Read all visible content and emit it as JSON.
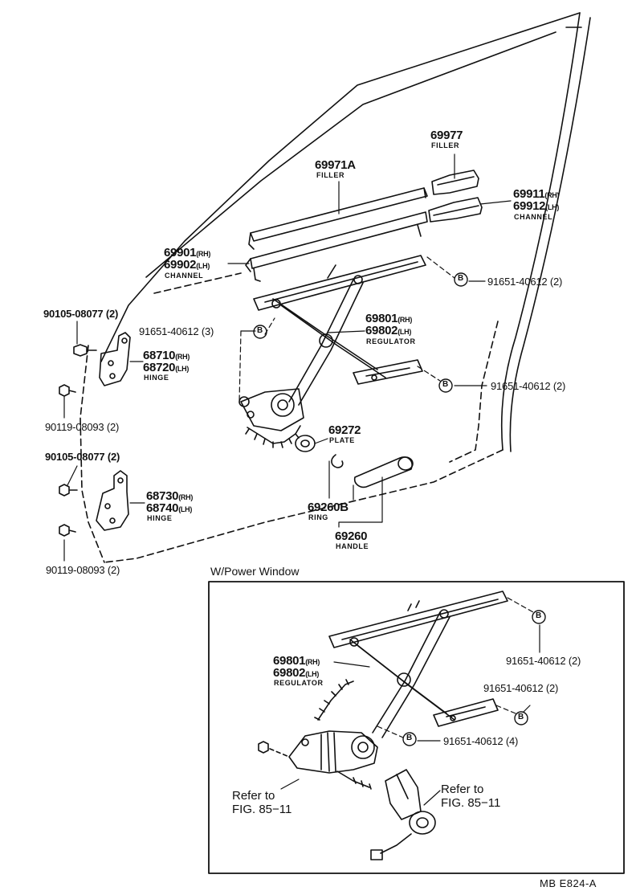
{
  "parts": {
    "filler_977": {
      "num": "69977",
      "name": "FILLER"
    },
    "filler_971a": {
      "num": "69971A",
      "name": "FILLER"
    },
    "channel_rh_front": {
      "num": "69911",
      "sub": "(RH)"
    },
    "channel_lh_front": {
      "num": "69912",
      "sub": "(LH)",
      "name": "CHANNEL"
    },
    "channel_rh_rear": {
      "num": "69901",
      "sub": "(RH)"
    },
    "channel_lh_rear": {
      "num": "69902",
      "sub": "(LH)",
      "name": "CHANNEL"
    },
    "bolt_top_right": "91651-40612 (2)",
    "bolt_90105_a": "90105-08077 (2)",
    "bolt_91651_3": "91651-40612 (3)",
    "regulator_rh": {
      "num": "69801",
      "sub": "(RH)"
    },
    "regulator_lh": {
      "num": "69802",
      "sub": "(LH)",
      "name": "REGULATOR"
    },
    "hinge_upper_rh": {
      "num": "68710",
      "sub": "(RH)"
    },
    "hinge_upper_lh": {
      "num": "68720",
      "sub": "(LH)",
      "name": "HINGE"
    },
    "bolt_mid_right": "91651-40612 (2)",
    "bolt_90119_a": "90119-08093 (2)",
    "plate": {
      "num": "69272",
      "name": "PLATE"
    },
    "bolt_90105_b": "90105-08077 (2)",
    "hinge_lower_rh": {
      "num": "68730",
      "sub": "(RH)"
    },
    "hinge_lower_lh": {
      "num": "68740",
      "sub": "(LH)",
      "name": "HINGE"
    },
    "ring": {
      "num": "69260B",
      "name": "RING"
    },
    "handle": {
      "num": "69260",
      "name": "HANDLE"
    },
    "bolt_90119_b": "90119-08093 (2)"
  },
  "power_window": {
    "title": "W/Power Window",
    "bolt_top": "91651-40612 (2)",
    "regulator_rh": {
      "num": "69801",
      "sub": "(RH)"
    },
    "regulator_lh": {
      "num": "69802",
      "sub": "(LH)",
      "name": "REGULATOR"
    },
    "bolt_mid": "91651-40612 (2)",
    "bolt_low": "91651-40612 (4)",
    "refer_left": {
      "line1": "Refer to",
      "line2": "FIG. 85−11"
    },
    "refer_right": {
      "line1": "Refer to",
      "line2": "FIG. 85−11"
    }
  },
  "markers": {
    "b": "B"
  },
  "footer_code": "MB  E824-A"
}
